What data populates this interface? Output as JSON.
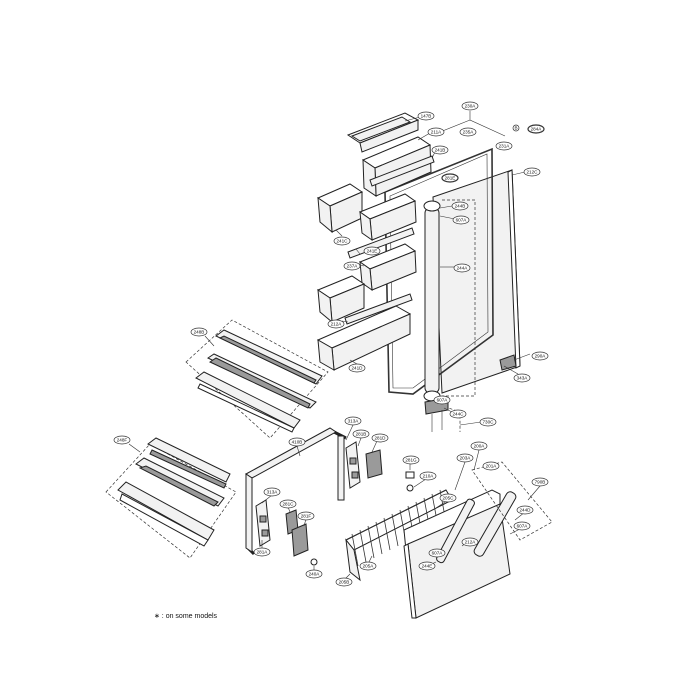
{
  "footnote": "∗ : on some models",
  "callouts": {
    "c147b": "147B",
    "c230a": "230A",
    "c284a": "284A",
    "c231a": "231A",
    "c211a": "211A",
    "c241b_top": "241B",
    "c235a": "235A",
    "c212c": "212C",
    "c281e": "281E",
    "c244b": "244B",
    "c607a_top": "607A",
    "c241c": "241C",
    "c241e": "241E",
    "c237a": "237A",
    "c244a": "244A",
    "c212a_left": "212A",
    "c241d": "241D",
    "c290a": "290A",
    "c343a": "343A",
    "c607a_mid": "607A",
    "c244c": "244C",
    "c730c": "730C",
    "c248b": "248B",
    "c248f": "248F",
    "c313a": "313A",
    "c281b": "281B",
    "c281d": "281D",
    "c410b": "410B",
    "c281g": "281G",
    "c210a": "210A",
    "c200a": "200A",
    "c203a": "203A",
    "c201a": "201A",
    "c205c": "205C",
    "c790b": "790B",
    "c313a_low": "313A",
    "c281c": "281C",
    "c281f": "281F",
    "c281a": "281A",
    "c240a": "240A",
    "c205a": "205A",
    "c205b": "205B",
    "c244d": "244D",
    "c607a_low": "607A",
    "c212a_low": "212A",
    "c607a_bot": "607A",
    "c244e": "244E",
    "c_b": "B"
  }
}
